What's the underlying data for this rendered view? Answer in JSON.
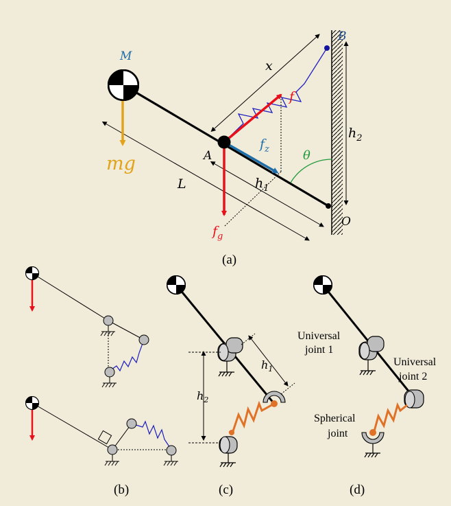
{
  "panels": {
    "a": {
      "caption": "(a)",
      "labels": {
        "mass": "M",
        "weight": "mg",
        "spring_length": "x",
        "point_b": "B",
        "point_a": "A",
        "point_o": "O",
        "force_f": "f",
        "force_fz": "f",
        "force_fz_sub": "z",
        "force_fg": "f",
        "force_fg_sub": "g",
        "angle": "θ",
        "length_l": "L",
        "h1": "h",
        "h1_sub": "1",
        "h2": "h",
        "h2_sub": "2"
      }
    },
    "b": {
      "caption": "(b)"
    },
    "c": {
      "caption": "(c)",
      "labels": {
        "h1": "h",
        "h1_sub": "1",
        "h2": "h",
        "h2_sub": "2"
      }
    },
    "d": {
      "caption": "(d)",
      "labels": {
        "u1_line1": "Universal",
        "u1_line2": "joint 1",
        "u2_line1": "Universal",
        "u2_line2": "joint 2",
        "sph_line1": "Spherical",
        "sph_line2": "joint"
      }
    }
  },
  "colors": {
    "background": "#f1ebd9",
    "force_red": "#e8101a",
    "weight_gold": "#e2a21a",
    "fz_blue": "#1f6ea8",
    "spring_blue": "#1e1ec0",
    "spring_orange": "#e07228",
    "angle_green": "#1f9a3a",
    "joint_gray": "#bdbdbd"
  }
}
